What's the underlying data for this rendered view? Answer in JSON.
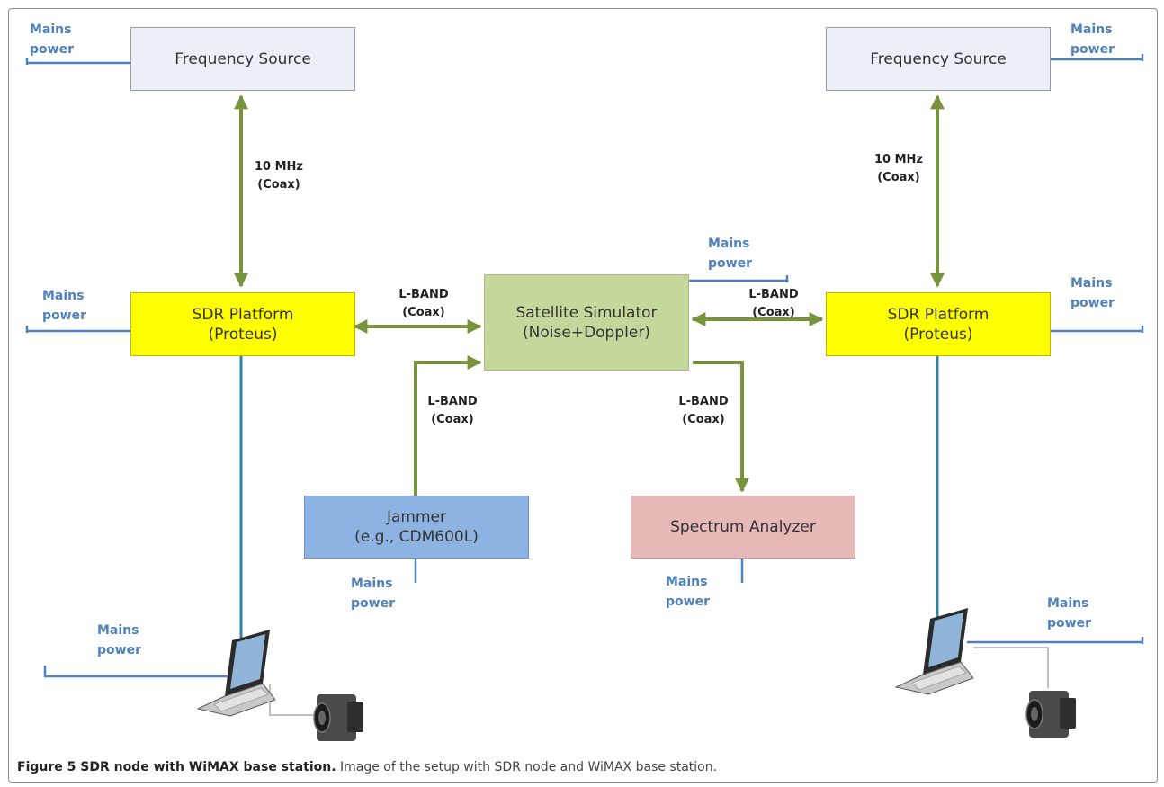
{
  "boxes": {
    "freq_left": "Frequency Source",
    "freq_right": "Frequency Source",
    "sdr_left": {
      "line1": "SDR Platform",
      "line2": "(Proteus)"
    },
    "sdr_right": {
      "line1": "SDR Platform",
      "line2": "(Proteus)"
    },
    "satellite": {
      "line1": "Satellite Simulator",
      "line2": "(Noise+Doppler)"
    },
    "jammer": {
      "line1": "Jammer",
      "line2": "(e.g., CDM600L)"
    },
    "spectrum": "Spectrum Analyzer"
  },
  "links": {
    "ref_left": {
      "line1": "10 MHz",
      "line2": "(Coax)"
    },
    "ref_right": {
      "line1": "10 MHz",
      "line2": "(Coax)"
    },
    "lband_left": {
      "line1": "L-BAND",
      "line2": "(Coax)"
    },
    "lband_right": {
      "line1": "L-BAND",
      "line2": "(Coax)"
    },
    "lband_jammer": {
      "line1": "L-BAND",
      "line2": "(Coax)"
    },
    "lband_spectrum": {
      "line1": "L-BAND",
      "line2": "(Coax)"
    }
  },
  "power": {
    "line1": "Mains",
    "line2": "power"
  },
  "caption": {
    "bold": "Figure 5 SDR node with WiMAX base station.",
    "text": " Image of the setup with SDR node and WiMAX base station."
  },
  "colors": {
    "coax": "#77933c",
    "power": "#4f81bd",
    "data_line": "#31849b",
    "frequency_source": "#eceff5",
    "sdr_platform": "#ffff00",
    "satellite_simulator": "#c4d89c",
    "jammer": "#8db3e2",
    "spectrum_analyzer": "#e6b9b8"
  },
  "icons": [
    "laptop-icon",
    "video-camera-icon"
  ]
}
